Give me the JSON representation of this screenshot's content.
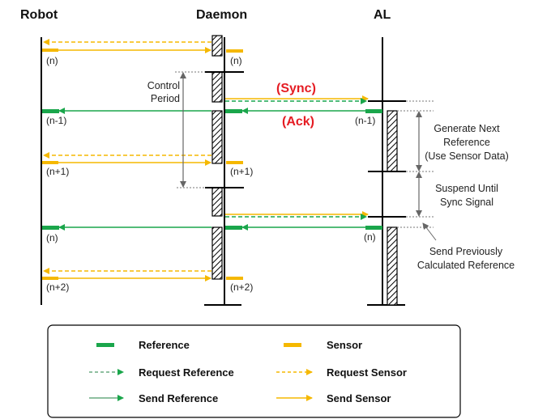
{
  "lanes": {
    "robot": "Robot",
    "daemon": "Daemon",
    "al": "AL"
  },
  "colors": {
    "reference": "#1aa64b",
    "sensor": "#f5b800",
    "sync_label": "#e51c23",
    "lifeline": "#000000",
    "guide": "#777777"
  },
  "messages": {
    "sync": "(Sync)",
    "ack": "(Ack)"
  },
  "robot_labels": [
    "(n)",
    "(n-1)",
    "(n+1)",
    "(n)",
    "(n+2)"
  ],
  "daemon_labels": [
    "(n)",
    "(n+1)",
    "(n+2)"
  ],
  "al_labels": [
    "(n-1)",
    "(n)"
  ],
  "annotations": {
    "control_period": [
      "Control",
      "Period"
    ],
    "generate": [
      "Generate Next",
      "Reference",
      "(Use Sensor Data)"
    ],
    "suspend": [
      "Suspend Until",
      "Sync Signal"
    ],
    "send_prev": [
      "Send Previously",
      "Calculated Reference"
    ]
  },
  "legend": {
    "reference": "Reference",
    "sensor": "Sensor",
    "request_reference": "Request Reference",
    "request_sensor": "Request Sensor",
    "send_reference": "Send Reference",
    "send_sensor": "Send Sensor"
  }
}
